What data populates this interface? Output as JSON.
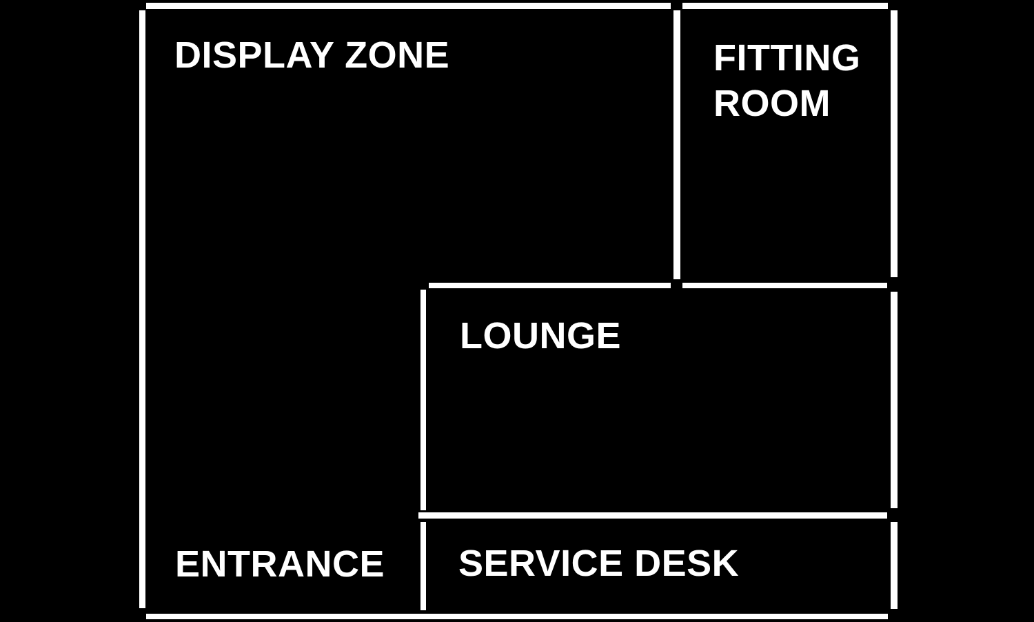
{
  "diagram": {
    "type": "floor-plan",
    "colors": {
      "background": "#000000",
      "walls": "#ffffff",
      "labels": "#ffffff"
    },
    "rooms": [
      {
        "id": "display-zone",
        "label": "DISPLAY ZONE"
      },
      {
        "id": "fitting-room",
        "label": "FITTING ROOM",
        "label_display": "FITTING\nROOM"
      },
      {
        "id": "lounge",
        "label": "LOUNGE"
      },
      {
        "id": "entrance",
        "label": "ENTRANCE"
      },
      {
        "id": "service-desk",
        "label": "SERVICE DESK"
      }
    ]
  }
}
